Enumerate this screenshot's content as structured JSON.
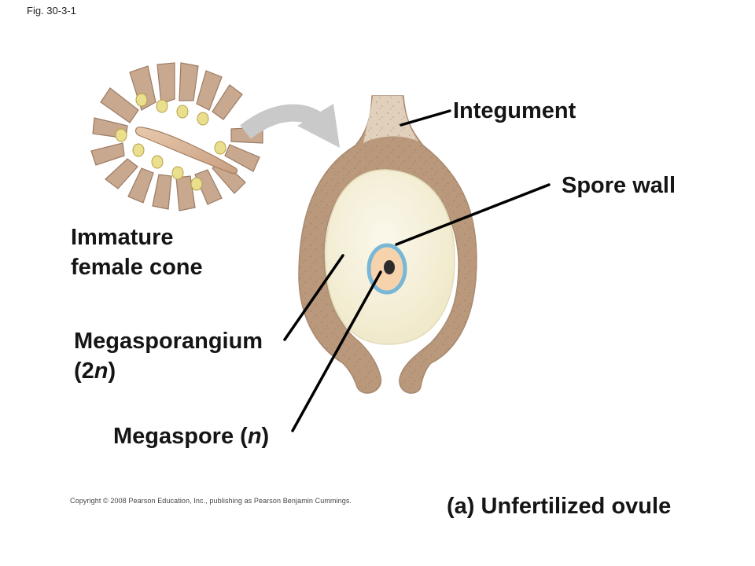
{
  "figure_label": "Fig. 30-3-1",
  "labels": {
    "integument": "Integument",
    "spore_wall": "Spore wall",
    "cone_line1": "Immature",
    "cone_line2": "female cone",
    "megasporangium_line1": "Megasporangium",
    "megasporangium_open": "(2",
    "megasporangium_n": "n",
    "megasporangium_close": ")",
    "megaspore_text": "Megaspore (",
    "megaspore_n": "n",
    "megaspore_close": ")"
  },
  "caption": "(a) Unfertilized ovule",
  "copyright": "Copyright © 2008 Pearson Education, Inc., publishing as Pearson Benjamin Cummings.",
  "colors": {
    "integument": "#b9987c",
    "megasporangium": "#f4efd8",
    "spore_wall": "#78b7d6",
    "megaspore": "#f6d3ad",
    "arrow": "#c9c9c9",
    "leader_lines": "#000000"
  }
}
